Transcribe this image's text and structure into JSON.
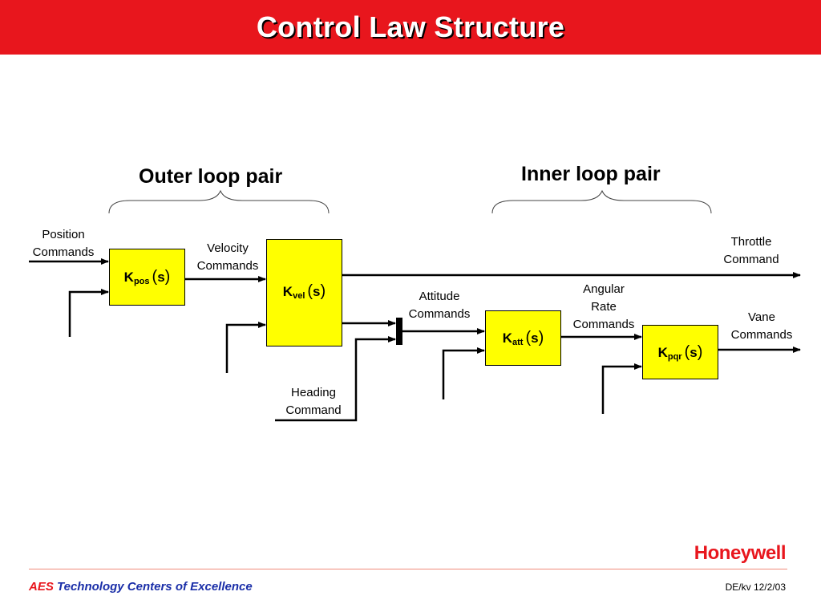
{
  "header": {
    "title": "Control Law Structure",
    "bar_color": "#e8161d"
  },
  "loops": {
    "outer": "Outer loop pair",
    "inner": "Inner loop pair"
  },
  "blocks": {
    "pos": {
      "k": "K",
      "sub": "pos",
      "open": "(",
      "s": "s",
      "close": ")"
    },
    "vel": {
      "k": "K",
      "sub": "vel",
      "open": "(",
      "s": "s",
      "close": ")"
    },
    "att": {
      "k": "K",
      "sub": "att",
      "open": "(",
      "s": "s",
      "close": ")"
    },
    "pqr": {
      "k": "K",
      "sub": "pqr",
      "open": "(",
      "s": "s",
      "close": ")"
    },
    "fill_color": "#ffff00"
  },
  "signals": {
    "position_commands": [
      "Position",
      "Commands"
    ],
    "velocity_commands": [
      "Velocity",
      "Commands"
    ],
    "attitude_commands": [
      "Attitude",
      "Commands"
    ],
    "angular_rate_commands": [
      "Angular",
      "Rate",
      "Commands"
    ],
    "throttle_command": [
      "Throttle",
      "Command"
    ],
    "vane_commands": [
      "Vane",
      "Commands"
    ],
    "heading_command": [
      "Heading",
      "Command"
    ]
  },
  "footer": {
    "org": "AES",
    "tagline": "Technology Centers of Excellence",
    "ref": "DE/kv 12/2/03",
    "logo": "Honeywell",
    "org_color": "#e8161d",
    "tagline_color": "#1a2ea8"
  }
}
